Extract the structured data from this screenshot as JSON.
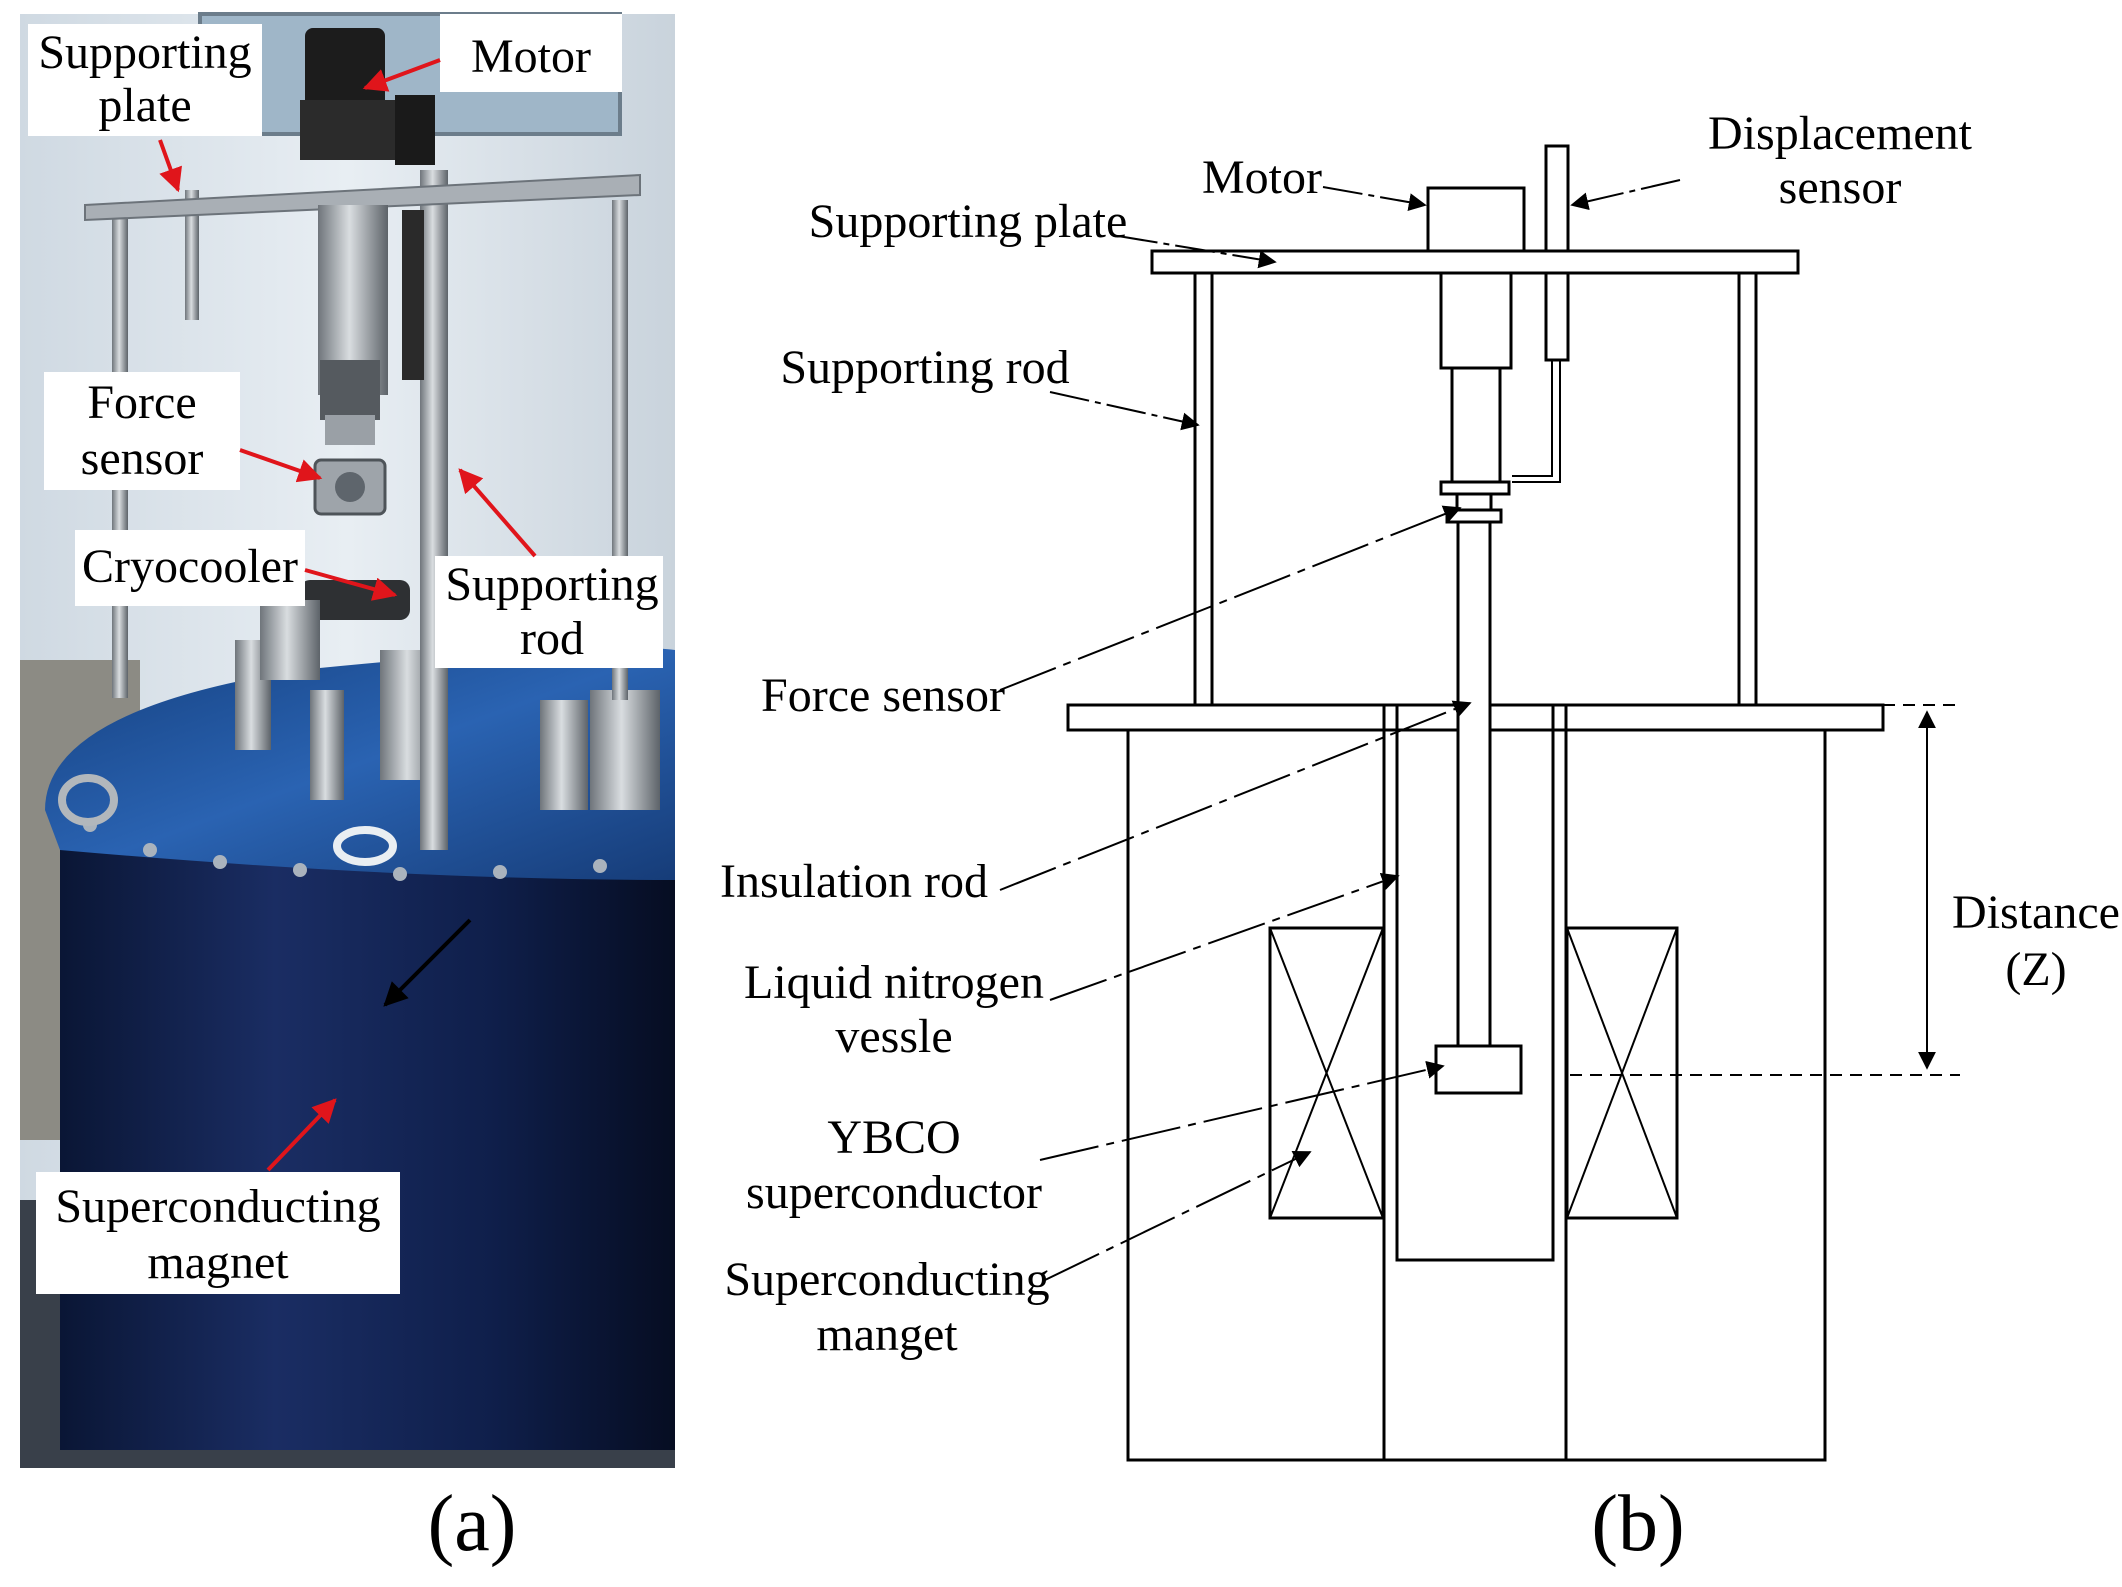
{
  "panel_a": {
    "caption": "(a)",
    "labels": {
      "supporting_plate_1": "Supporting",
      "supporting_plate_2": "plate",
      "motor": "Motor",
      "force_sensor_1": "Force",
      "force_sensor_2": "sensor",
      "cryocooler": "Cryocooler",
      "supporting_rod_1": "Supporting",
      "supporting_rod_2": "rod",
      "magnet_1": "Superconducting",
      "magnet_2": "magnet"
    }
  },
  "panel_b": {
    "caption": "(b)",
    "labels": {
      "motor": "Motor",
      "displacement_1": "Displacement",
      "displacement_2": "sensor",
      "supporting_plate": "Supporting plate",
      "supporting_rod": "Supporting rod",
      "force_sensor": "Force sensor",
      "insulation_rod": "Insulation rod",
      "vessel_1": "Liquid nitrogen",
      "vessel_2": "vessle",
      "ybco_1": "YBCO",
      "ybco_2": "superconductor",
      "magnet_1": "Superconducting",
      "magnet_2": "manget",
      "distance_1": "Distance",
      "distance_2": "(Z)"
    }
  },
  "colors": {
    "arrow_red": "#e0151b",
    "magnet_blue": "#0e1f4a",
    "lid_blue": "#1d4f9a",
    "wall": "#dfe7ee"
  }
}
